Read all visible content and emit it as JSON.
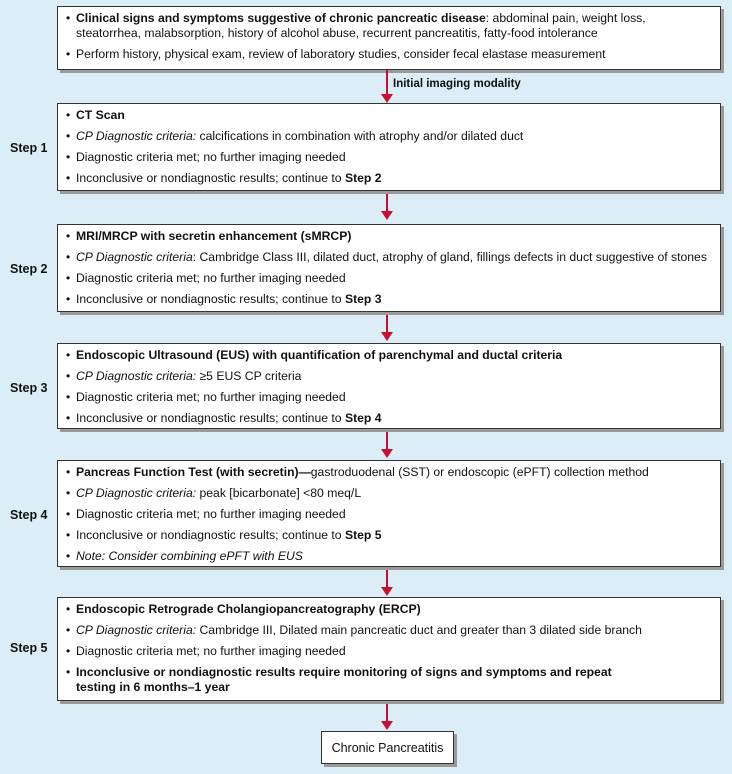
{
  "intro": {
    "lines": [
      {
        "bold": "Clinical signs and symptoms suggestive of chronic pancreatic disease",
        "text": ": abdominal pain, weight loss, steatorrhea, malabsorption, history of alcohol abuse, recurrent pancreatitis, fatty-food intolerance"
      },
      {
        "text": "Perform history, physical exam, review of laboratory studies, consider fecal elastase measurement"
      }
    ]
  },
  "connector_label": "Initial imaging modality",
  "steps": [
    {
      "label": "Step 1",
      "title": "CT Scan",
      "criteria_label": "CP Diagnostic criteria:",
      "criteria_text": " calcifications in combination with atrophy and/or dilated duct",
      "met": "Diagnostic criteria met; no further imaging needed",
      "inconclusive": "Inconclusive or nondiagnostic results; continue to ",
      "next": "Step 2"
    },
    {
      "label": "Step 2",
      "title": "MRI/MRCP with secretin enhancement (sMRCP)",
      "criteria_label": "CP Diagnostic criteria",
      "criteria_text": ": Cambridge Class III, dilated duct, atrophy of gland, fillings defects in duct suggestive of stones",
      "met": "Diagnostic criteria met; no further imaging needed",
      "inconclusive": "Inconclusive or nondiagnostic results; continue to ",
      "next": "Step 3"
    },
    {
      "label": "Step 3",
      "title": "Endoscopic Ultrasound (EUS) with quantification of parenchymal and ductal criteria",
      "criteria_label": "CP Diagnostic criteria:",
      "criteria_text": " ≥5 EUS CP criteria",
      "met": "Diagnostic criteria met; no further imaging needed",
      "inconclusive": "Inconclusive or nondiagnostic results; continue to ",
      "next": "Step 4"
    },
    {
      "label": "Step 4",
      "title": "Pancreas Function Test (with secretin)—",
      "title_rest": "gastroduodenal (SST) or endoscopic (ePFT) collection method",
      "criteria_label": "CP Diagnostic criteria:",
      "criteria_text": " peak [bicarbonate] <80 meq/L",
      "met": "Diagnostic criteria met; no further imaging needed",
      "inconclusive": "Inconclusive or nondiagnostic results; continue to ",
      "next": "Step 5",
      "note": "Note: Consider combining ePFT with EUS"
    },
    {
      "label": "Step 5",
      "title": "Endoscopic Retrograde Cholangiopancreatography (ERCP)",
      "criteria_label": "CP Diagnostic criteria:",
      "criteria_text": " Cambridge III, Dilated main pancreatic duct and greater than 3 dilated side branch",
      "met": "Diagnostic criteria met; no further imaging needed",
      "final_text": "Inconclusive or nondiagnostic results require monitoring of signs and symptoms and repeat testing in 6 months–1 year"
    }
  ],
  "outcome": "Chronic Pancreatitis",
  "colors": {
    "background": "#dbeef7",
    "connector": "#c8102e",
    "box": "#ffffff"
  }
}
